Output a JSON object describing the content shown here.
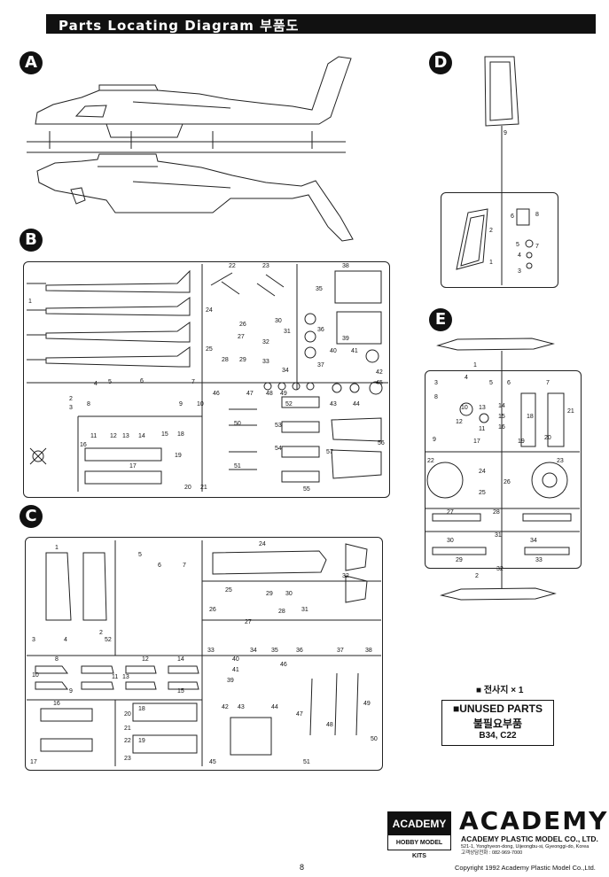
{
  "header": {
    "title": "Parts Locating Diagram 부품도"
  },
  "sections": {
    "a": "A",
    "b": "B",
    "c": "C",
    "d": "D",
    "e": "E"
  },
  "sprue_b_labels": [
    "1",
    "2",
    "3",
    "4",
    "5",
    "6",
    "7",
    "8",
    "9",
    "10",
    "11",
    "12",
    "13",
    "14",
    "15",
    "16",
    "17",
    "18",
    "19",
    "20",
    "21",
    "22",
    "23",
    "24",
    "25",
    "26",
    "27",
    "28",
    "29",
    "30",
    "31",
    "32",
    "33",
    "34",
    "35",
    "36",
    "37",
    "38",
    "39",
    "40",
    "41",
    "42",
    "43",
    "44",
    "45",
    "46",
    "47",
    "48",
    "49",
    "50",
    "51",
    "52",
    "53",
    "54",
    "55",
    "56",
    "57"
  ],
  "sprue_c_labels": [
    "1",
    "2",
    "3",
    "4",
    "5",
    "6",
    "7",
    "8",
    "9",
    "10",
    "11",
    "12",
    "13",
    "14",
    "15",
    "16",
    "17",
    "18",
    "19",
    "20",
    "21",
    "22",
    "23",
    "24",
    "25",
    "26",
    "27",
    "28",
    "29",
    "30",
    "31",
    "32",
    "33",
    "34",
    "35",
    "36",
    "37",
    "38",
    "39",
    "40",
    "41",
    "42",
    "43",
    "44",
    "45",
    "46",
    "47",
    "48",
    "49",
    "50",
    "51",
    "52"
  ],
  "sprue_d_labels": [
    "1",
    "2",
    "3",
    "4",
    "5",
    "6",
    "7",
    "8",
    "9"
  ],
  "sprue_e_labels": [
    "1",
    "2",
    "3",
    "4",
    "5",
    "6",
    "7",
    "8",
    "9",
    "10",
    "11",
    "12",
    "13",
    "14",
    "15",
    "16",
    "17",
    "18",
    "19",
    "20",
    "21",
    "22",
    "23",
    "24",
    "25",
    "26",
    "27",
    "28",
    "29",
    "30",
    "31",
    "32",
    "33",
    "34"
  ],
  "decal_note": "■ 전사지 × 1",
  "unused": {
    "title": "■UNUSED PARTS",
    "korean": "불필요부품",
    "parts": "B34,  C22"
  },
  "logo": {
    "box_top": "ACADEMY",
    "box_bottom": "HOBBY MODEL KITS",
    "brand": "ACADEMY",
    "company": "ACADEMY PLASTIC MODEL CO., LTD.",
    "address": "521-1, Yonghyeon-dong, Uijeongbu-si, Gyeonggi-do, Korea",
    "phone": "고객상담전화 : 082-969-7000"
  },
  "footer": {
    "page": "8",
    "copyright": "Copyright 1992 Academy Plastic Model Co.,Ltd."
  }
}
